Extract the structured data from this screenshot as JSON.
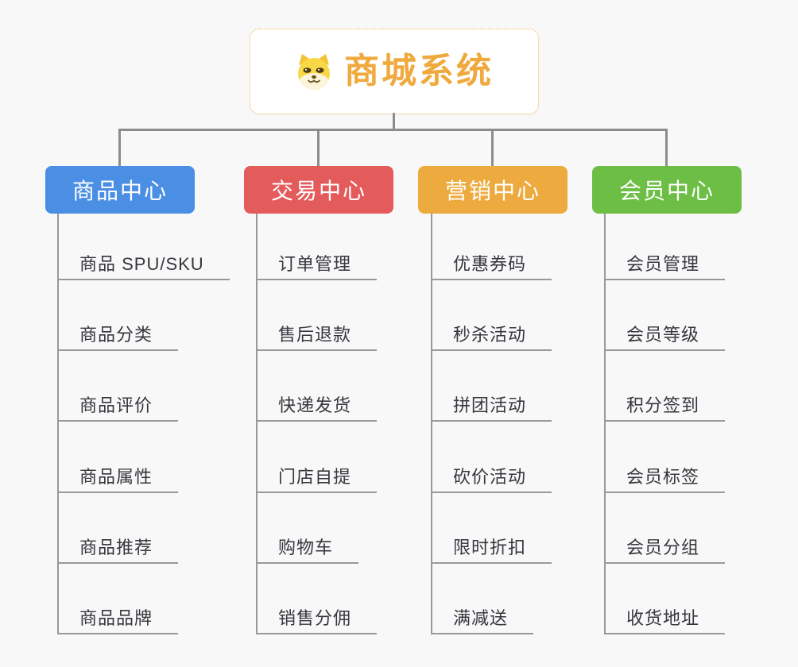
{
  "root": {
    "title": "商城系统",
    "icon": "dog-face-icon",
    "text_color": "#EFA93D",
    "border_color": "#F2B55E"
  },
  "connector_color": "#8C8C8C",
  "background_color": "#F8F8F8",
  "branches": [
    {
      "label": "商品中心",
      "color": "#4A8FE4",
      "items": [
        "商品 SPU/SKU",
        "商品分类",
        "商品评价",
        "商品属性",
        "商品推荐",
        "商品品牌"
      ]
    },
    {
      "label": "交易中心",
      "color": "#E45B5B",
      "items": [
        "订单管理",
        "售后退款",
        "快递发货",
        "门店自提",
        "购物车",
        "销售分佣"
      ]
    },
    {
      "label": "营销中心",
      "color": "#EDAA3E",
      "items": [
        "优惠券码",
        "秒杀活动",
        "拼团活动",
        "砍价活动",
        "限时折扣",
        "满减送"
      ]
    },
    {
      "label": "会员中心",
      "color": "#6CBE44",
      "items": [
        "会员管理",
        "会员等级",
        "积分签到",
        "会员标签",
        "会员分组",
        "收货地址"
      ]
    }
  ]
}
